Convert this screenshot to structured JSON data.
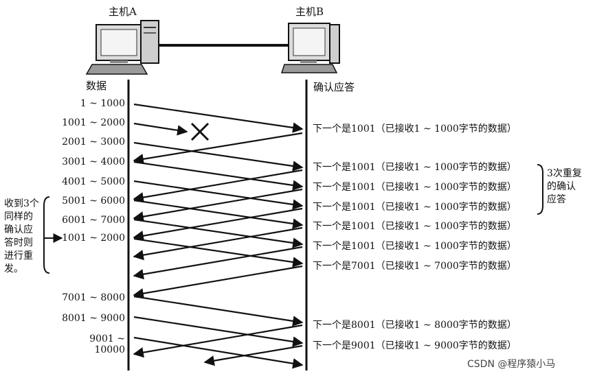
{
  "host_a": {
    "name": "主机A",
    "column_label": "数据"
  },
  "host_b": {
    "name": "主机B",
    "column_label": "确认应答"
  },
  "segments": [
    "1 ~ 1000",
    "1001 ~ 2000",
    "2001 ~ 3000",
    "3001 ~ 4000",
    "4001 ~ 5000",
    "5001 ~ 6000",
    "6001 ~ 7000",
    "1001 ~ 2000",
    "7001 ~ 8000",
    "8001 ~ 9000",
    "9001 ~ 10000"
  ],
  "acks": [
    "下一个是1001（已接收1 ~ 1000字节的数据）",
    "下一个是1001（已接收1 ~ 1000字节的数据）",
    "下一个是1001（已接收1 ~ 1000字节的数据）",
    "下一个是1001（已接收1 ~ 1000字节的数据）",
    "下一个是1001（已接收1 ~ 1000字节的数据）",
    "下一个是1001（已接收1 ~ 1000字节的数据）",
    "下一个是7001（已接收1 ~ 7000字节的数据）",
    "下一个是8001（已接收1 ~ 8000字节的数据）",
    "下一个是9001（已接收1 ~ 9000字节的数据）"
  ],
  "left_note": [
    "收到3个",
    "同样的",
    "确认应",
    "答时则",
    "进行重",
    "发。"
  ],
  "right_note": [
    "3次重复",
    "的确认",
    "应答"
  ],
  "watermark": "CSDN @程序猿小马"
}
